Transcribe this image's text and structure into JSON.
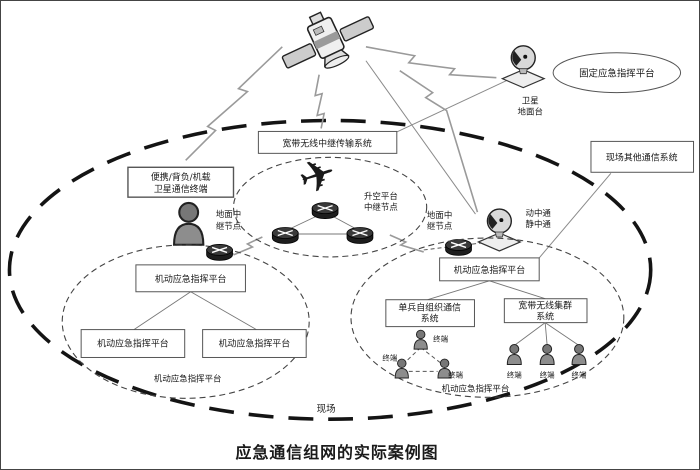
{
  "diagram": {
    "labels": {
      "title": "应急通信组网的实际案例图",
      "scene": "现场",
      "fixed_platform": "固定应急指挥平台",
      "sat_ground_1": "卫星",
      "sat_ground_2": "地面台",
      "relay_system": "宽带无线中继传输系统",
      "other_comm": "现场其他通信系统",
      "portable_1": "便携/背负/机载",
      "portable_2": "卫星通信终端",
      "ground_relay_1": "地面中",
      "ground_relay_2": "继节点",
      "aerial_1": "升空平台",
      "aerial_2": "中继节点",
      "motion_1": "动中通",
      "motion_2": "静中通",
      "mobile_cmd": "机动应急指挥平台",
      "soldier_1": "单兵自组织通信",
      "soldier_2": "系统",
      "trunking_1": "宽带无线集群",
      "trunking_2": "系统",
      "terminal": "终端"
    },
    "icons": [
      "satellite-icon",
      "satellite-dish-icon",
      "router-icon",
      "person-terminal-icon",
      "airplane-icon"
    ],
    "colors": {
      "ink": "#1a1a1a",
      "line_gray": "#8a8a8a",
      "box_fill": "#ffffff",
      "icon_dark": "#222222"
    }
  }
}
